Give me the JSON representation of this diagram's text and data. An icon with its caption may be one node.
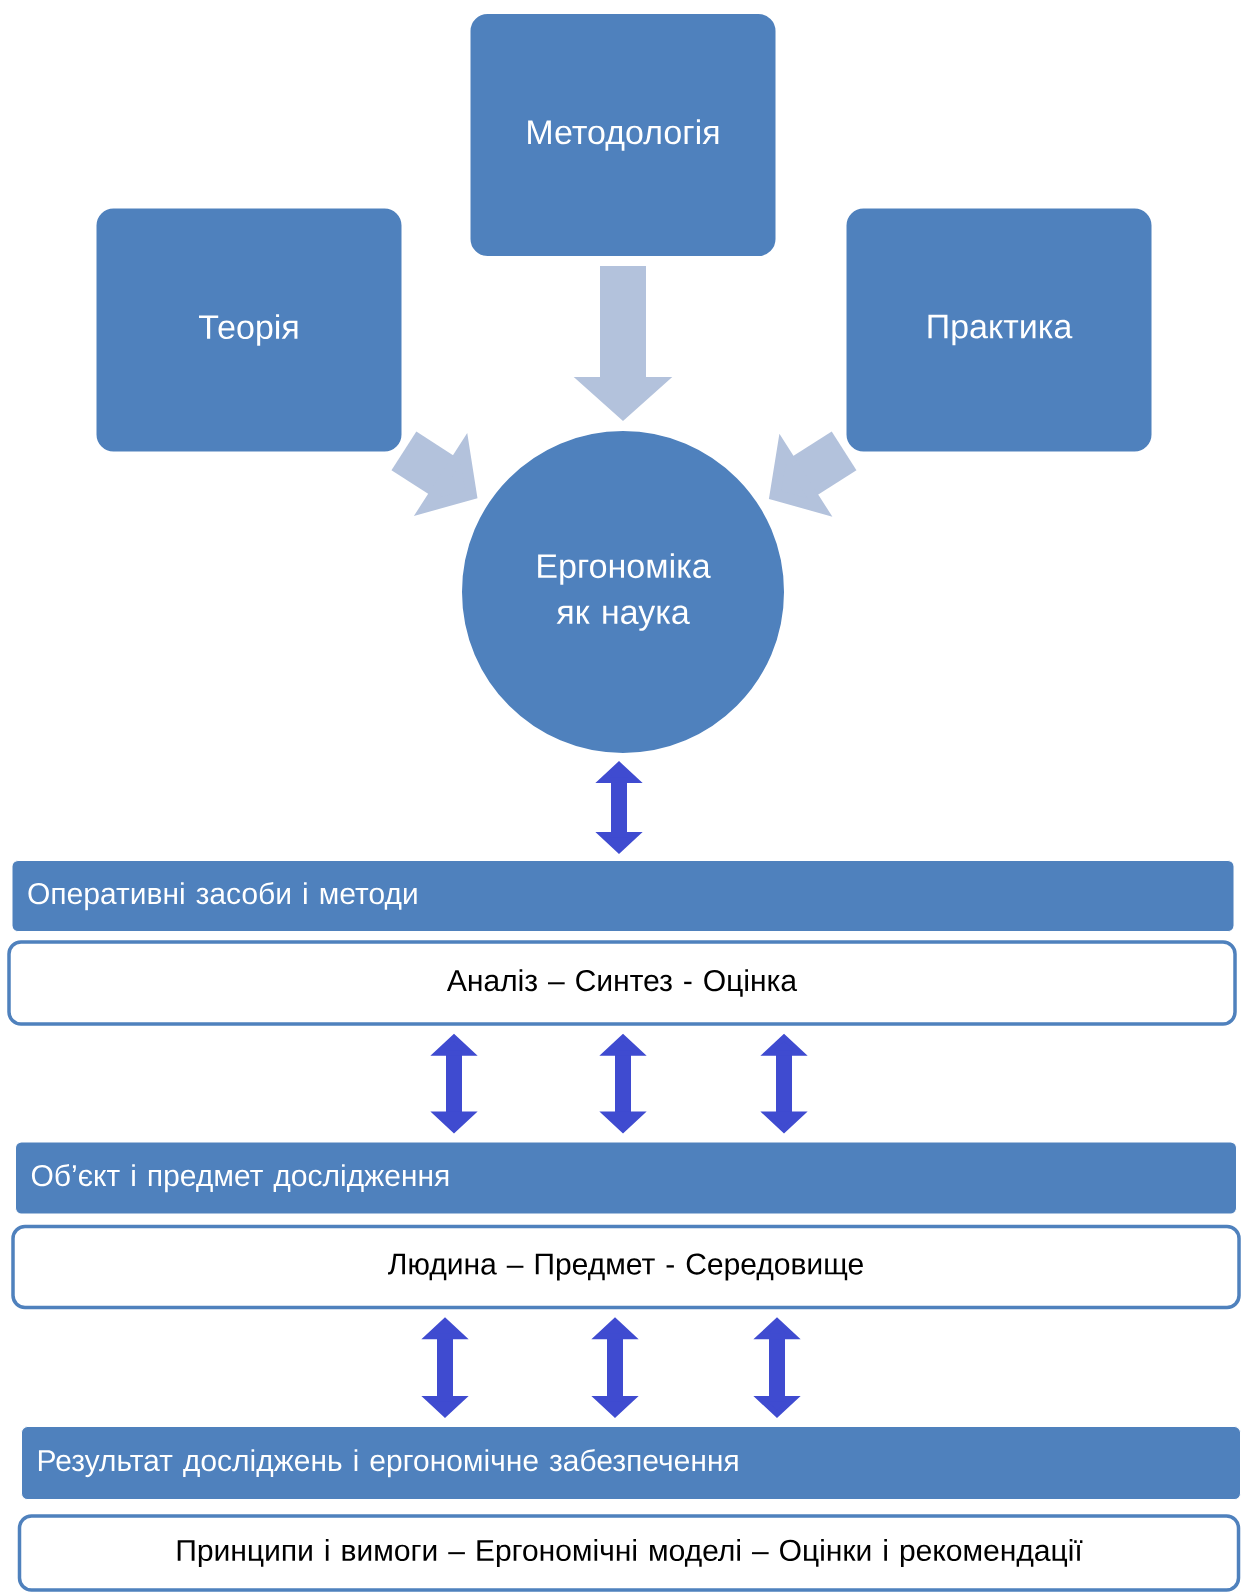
{
  "diagram": {
    "nodes": [
      {
        "text": [
          "Методологія"
        ]
      },
      {
        "text": [
          "Теорія"
        ]
      },
      {
        "text": [
          "Практика"
        ]
      },
      {
        "text": [
          "Ергономіка як наука"
        ]
      },
      {
        "text": [
          "Оперативні засоби і методи"
        ]
      },
      {
        "text": [
          "Аналіз – Синтез - Оцінка"
        ]
      },
      {
        "text": [
          "Об’єкт і предмет дослідження"
        ]
      },
      {
        "text": [
          "Людина – Предмет - Середовище"
        ]
      },
      {
        "text": [
          "Результат досліджень і ергономічне забезпечення"
        ]
      },
      {
        "text": [
          "Принципи і вимоги – Ергономічні моделі – Оцінки і рекомендації"
        ]
      }
    ],
    "edges": [
      {
        "from": 0,
        "to": 3,
        "arrow": "to",
        "style": "thick",
        "color": "#b3c2dc"
      },
      {
        "from": 1,
        "to": 3,
        "arrow": "to",
        "style": "thick",
        "color": "#b3c2dc"
      },
      {
        "from": 2,
        "to": 3,
        "arrow": "to",
        "style": "thick",
        "color": "#b3c2dc"
      },
      {
        "from": 3,
        "to": 4,
        "arrow": "both"
      },
      {
        "from": 5,
        "to": 6,
        "arrow": "both"
      },
      {
        "from": 5,
        "to": 6,
        "arrow": "both"
      },
      {
        "from": 5,
        "to": 6,
        "arrow": "both"
      },
      {
        "from": 7,
        "to": 8,
        "arrow": "both"
      },
      {
        "from": 7,
        "to": 8,
        "arrow": "both"
      },
      {
        "from": 7,
        "to": 8,
        "arrow": "both"
      }
    ]
  }
}
